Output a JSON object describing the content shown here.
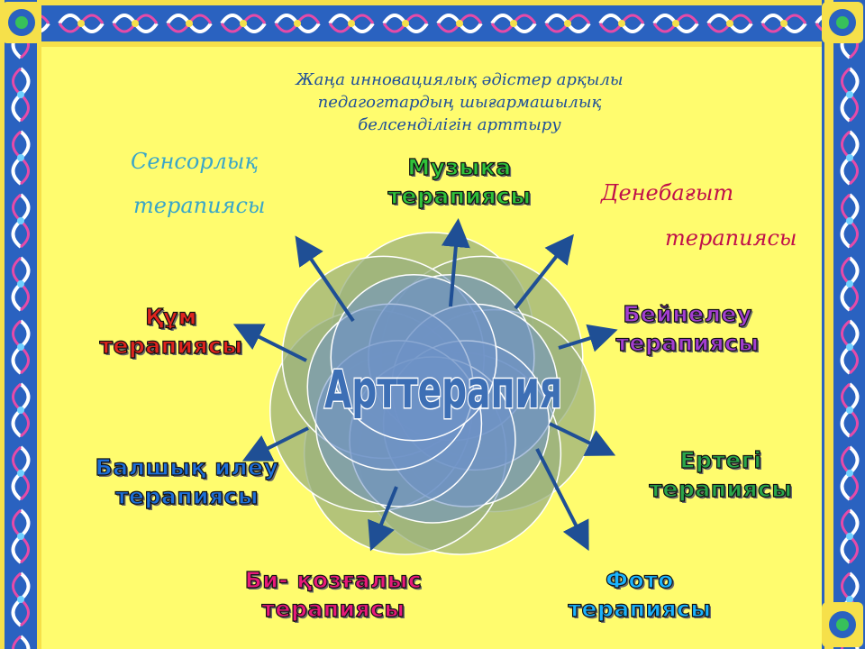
{
  "header": {
    "line1": "Жаңа инновациялық әдістер арқылы",
    "line2": "педагогтардың шығармашылық",
    "line3": "белсенділігін  арттыру"
  },
  "center": {
    "label": "Арттерапия"
  },
  "labels": {
    "sensory": {
      "l1": "Сенсорлық",
      "l2": "терапиясы"
    },
    "body": {
      "l1": "Денебағыт",
      "l2": "терапиясы"
    },
    "music": {
      "l1": "Музыка",
      "l2": "терапиясы"
    },
    "sand": {
      "l1": "Құм",
      "l2": "терапиясы"
    },
    "visual": {
      "l1": "Бейнелеу",
      "l2": "терапиясы"
    },
    "clay": {
      "l1": "Балшық илеу",
      "l2": "терапиясы"
    },
    "fairytale": {
      "l1": "Ертегі",
      "l2": "терапиясы"
    },
    "dance": {
      "l1": "Би- қозғалыс",
      "l2": "терапиясы"
    },
    "photo": {
      "l1": "Фото",
      "l2": "терапиясы"
    }
  },
  "colors": {
    "slide_bg": "#fffc6e",
    "border_blue": "#2a62c0",
    "petal_green": "#9bb17d",
    "petal_blue": "#6e92c6",
    "center_text": "#3d6fb5",
    "arrow": "#1f4f95",
    "header_text": "#1f4f9a",
    "sensory_text": "#3aa6c8",
    "body_text": "#c0104a",
    "music_fill": "#2fc23a",
    "sand_fill": "#e0241e",
    "visual_fill": "#a33fd0",
    "clay_fill": "#1d6fd8",
    "fairytale_fill": "#2aa64a",
    "dance_fill": "#e8197a",
    "photo_fill": "#1ab4ff"
  }
}
